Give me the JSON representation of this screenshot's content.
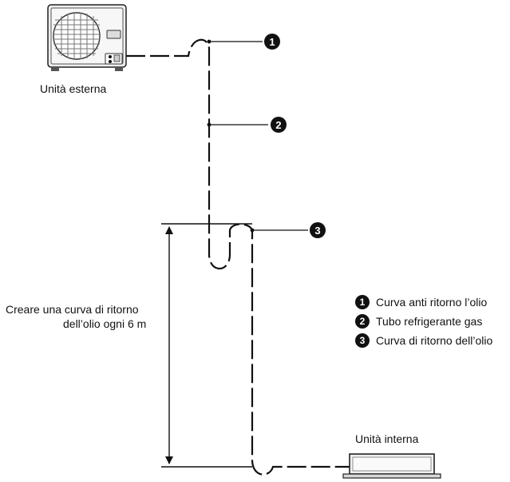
{
  "labels": {
    "outdoor_unit": "Unità esterna",
    "indoor_unit": "Unità interna",
    "instruction_line1": "Creare una curva di ritorno",
    "instruction_line2": "dell’olio ogni 6 m"
  },
  "callouts": [
    "1",
    "2",
    "3"
  ],
  "legend": [
    {
      "number": "1",
      "label": "Curva anti ritorno l’olio"
    },
    {
      "number": "2",
      "label": "Tubo refrigerante gas"
    },
    {
      "number": "3",
      "label": "Curva di ritorno dell’olio"
    }
  ],
  "colors": {
    "line": "#111111",
    "badge": "#111111",
    "unit_fill": "#f2f2f2"
  }
}
